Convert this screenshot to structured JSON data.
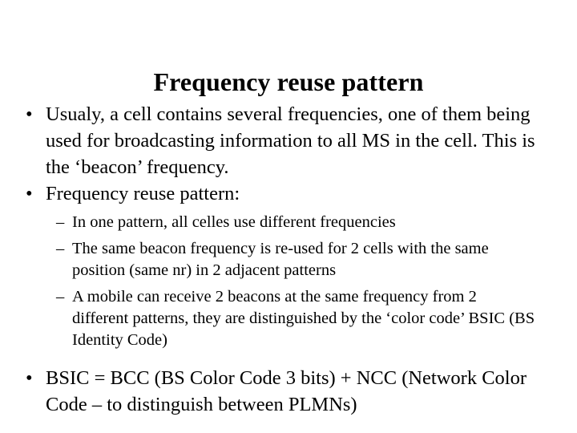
{
  "slide": {
    "title": "Frequency reuse pattern",
    "background_color": "#ffffff",
    "text_color": "#000000",
    "bullet_mark": "•",
    "sub_bullet_mark": "–",
    "content": [
      {
        "level": 1,
        "text": "Usualy, a cell contains several frequencies, one of them being used for broadcasting information to all MS in the cell. This is the ‘beacon’ frequency."
      },
      {
        "level": 1,
        "text": "Frequency reuse pattern:",
        "children": [
          {
            "level": 2,
            "text": "In one pattern, all celles use different frequencies"
          },
          {
            "level": 2,
            "text": "The same beacon frequency is re-used for 2 cells with the same position (same nr) in 2 adjacent patterns"
          },
          {
            "level": 2,
            "text": "A mobile can receive 2 beacons at the same frequency from 2 different patterns, they are distinguished by the ‘color code’ BSIC (BS Identity Code)"
          }
        ]
      },
      {
        "level": 1,
        "text": "BSIC = BCC (BS Color Code 3 bits) + NCC (Network Color Code – to distinguish between PLMNs)"
      }
    ]
  }
}
